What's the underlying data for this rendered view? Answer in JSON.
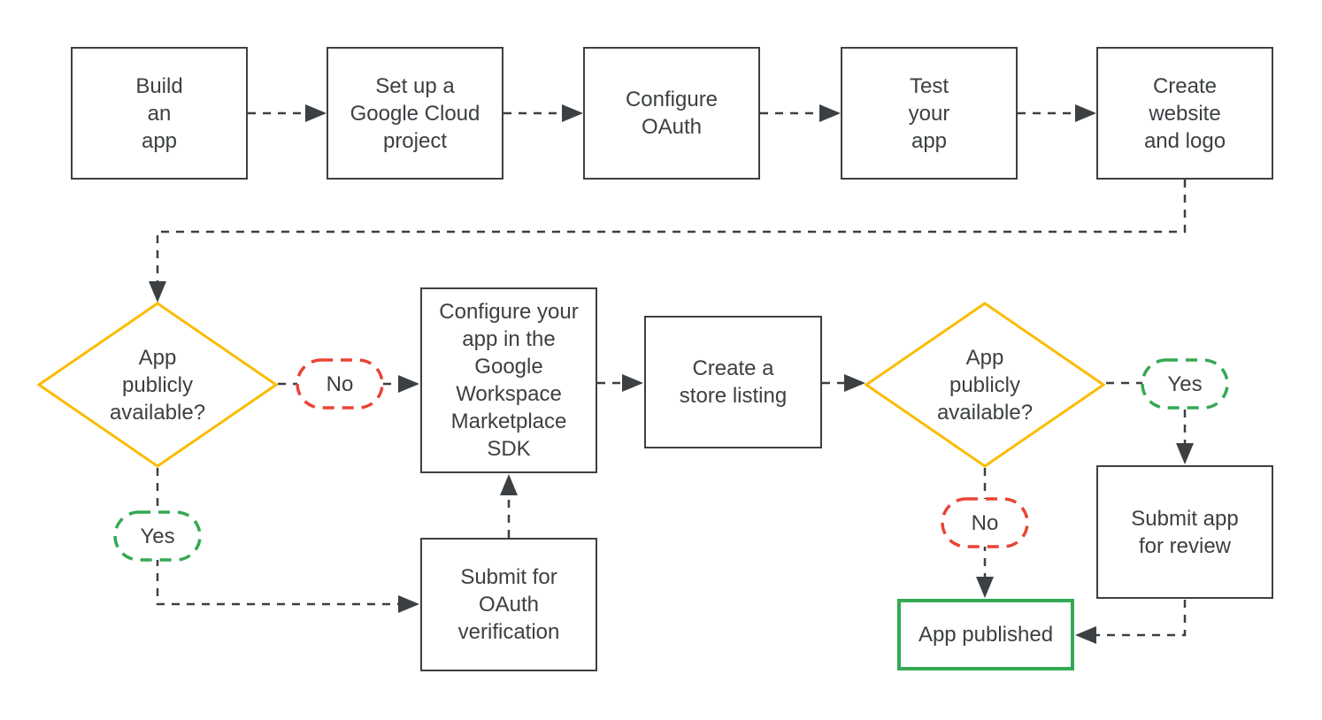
{
  "colors": {
    "ink": "#3C4043",
    "yellow": "#FBBC04",
    "red": "#EA4335",
    "green": "#34A853",
    "background": "#FFFFFF"
  },
  "nodes": {
    "build_app": {
      "type": "process",
      "label": "Build\nan\napp"
    },
    "setup_gcp": {
      "type": "process",
      "label": "Set up a\nGoogle Cloud\nproject"
    },
    "configure_oauth": {
      "type": "process",
      "label": "Configure\nOAuth"
    },
    "test_app": {
      "type": "process",
      "label": "Test\nyour\napp"
    },
    "create_website": {
      "type": "process",
      "label": "Create\nwebsite\nand logo"
    },
    "decision_left": {
      "type": "decision",
      "label": "App\npublicly\navailable?"
    },
    "no_left": {
      "type": "condition-no",
      "label": "No"
    },
    "configure_sdk": {
      "type": "process",
      "label": "Configure your\napp in the\nGoogle\nWorkspace\nMarketplace\nSDK"
    },
    "store_listing": {
      "type": "process",
      "label": "Create a\nstore listing"
    },
    "decision_right": {
      "type": "decision",
      "label": "App\npublicly\navailable?"
    },
    "yes_right": {
      "type": "condition-yes",
      "label": "Yes"
    },
    "yes_left": {
      "type": "condition-yes",
      "label": "Yes"
    },
    "submit_oauth": {
      "type": "process",
      "label": "Submit for\nOAuth\nverification"
    },
    "no_bottom": {
      "type": "condition-no",
      "label": "No"
    },
    "submit_review": {
      "type": "process",
      "label": "Submit app\nfor review"
    },
    "app_published": {
      "type": "terminal",
      "label": "App published"
    }
  },
  "edges": [
    {
      "from": "build_app",
      "to": "setup_gcp"
    },
    {
      "from": "setup_gcp",
      "to": "configure_oauth"
    },
    {
      "from": "configure_oauth",
      "to": "test_app"
    },
    {
      "from": "test_app",
      "to": "create_website"
    },
    {
      "from": "create_website",
      "to": "decision_left"
    },
    {
      "from": "decision_left",
      "to": "configure_sdk",
      "condition": "No"
    },
    {
      "from": "configure_sdk",
      "to": "store_listing"
    },
    {
      "from": "store_listing",
      "to": "decision_right"
    },
    {
      "from": "decision_right",
      "to": "submit_review",
      "condition": "Yes"
    },
    {
      "from": "decision_left",
      "to": "submit_oauth",
      "condition": "Yes"
    },
    {
      "from": "submit_oauth",
      "to": "configure_sdk"
    },
    {
      "from": "decision_right",
      "to": "app_published",
      "condition": "No"
    },
    {
      "from": "submit_review",
      "to": "app_published"
    }
  ]
}
